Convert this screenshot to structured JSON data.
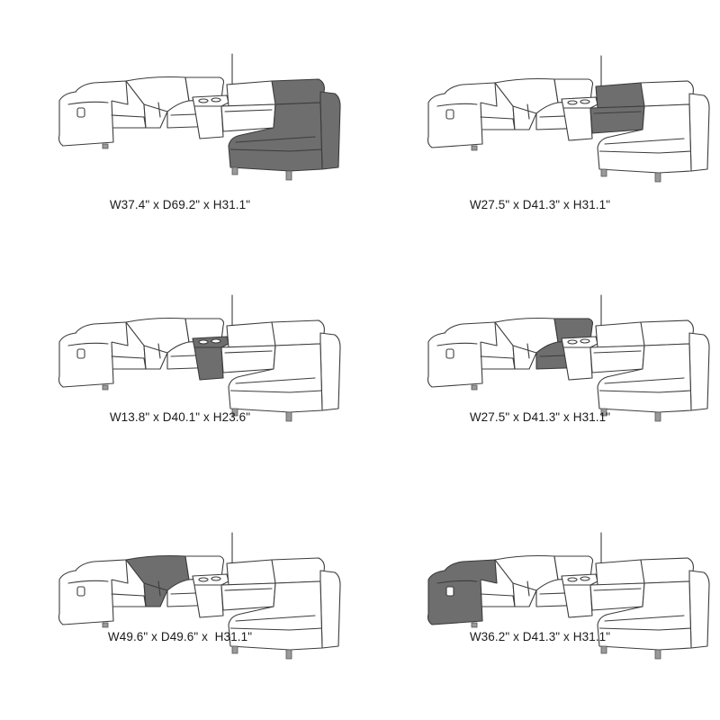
{
  "panels": [
    {
      "caption": "W37.4\" x D69.2\" x H31.1\"",
      "highlight": "chaise"
    },
    {
      "caption": "W27.5\" x D41.3\" x H31.1\"",
      "highlight": "armless-seat-right"
    },
    {
      "caption": "W13.8\" x D40.1\" x H23.6\"",
      "highlight": "console"
    },
    {
      "caption": "W27.5\" x D41.3\" x H31.1\"",
      "highlight": "armless-seat-left"
    },
    {
      "caption": "W49.6\" x D49.6\" x  H31.1\"",
      "highlight": "corner-wedge"
    },
    {
      "caption": "W36.2\" x D41.3\" x H31.1\"",
      "highlight": "power-recliner-arm"
    }
  ],
  "colors": {
    "highlight": "#6e6e6e",
    "outline": "#3c3c3c",
    "background": "#ffffff"
  }
}
